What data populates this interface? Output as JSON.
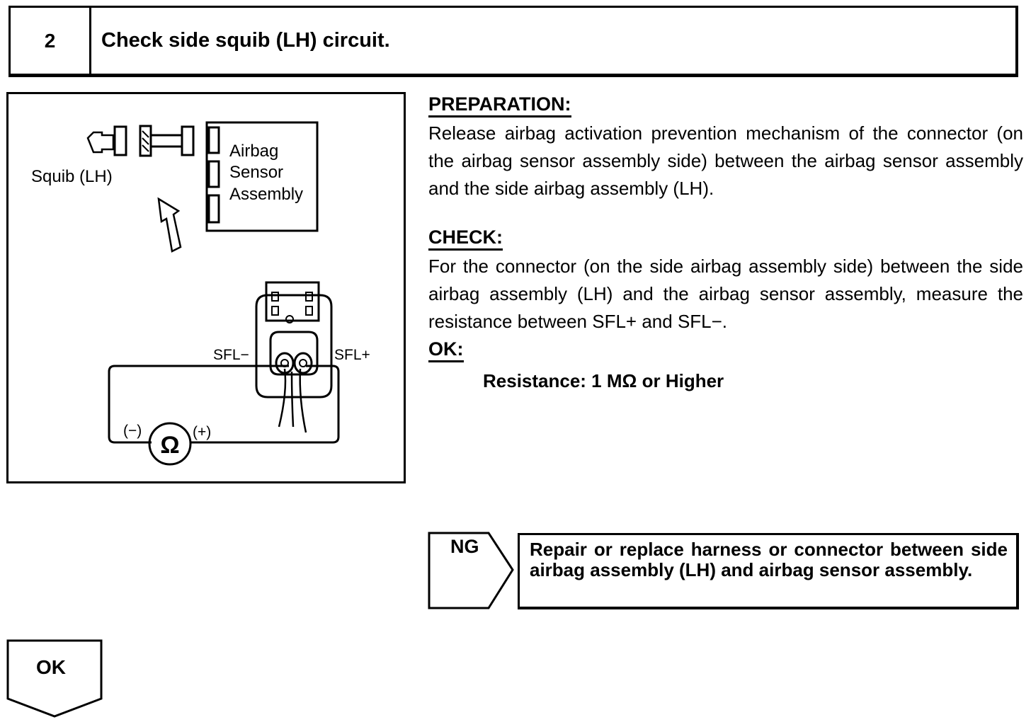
{
  "step": {
    "number": "2",
    "title": "Check side squib (LH) circuit."
  },
  "diagram": {
    "squib_label": "Squib (LH)",
    "sensor_label": [
      "Airbag",
      "Sensor",
      "Assembly"
    ],
    "terminal_minus": "SFL−",
    "terminal_plus": "SFL+",
    "meter_minus": "(−)",
    "meter_plus": "(+)",
    "ohm_symbol": "Ω",
    "icons": [
      "squib-connector-icon",
      "arrow-down-icon",
      "ohmmeter-icon",
      "connector-icon"
    ]
  },
  "preparation": {
    "title": "PREPARATION:",
    "text": "Release airbag activation prevention mechanism of the connector (on the airbag sensor assembly side) between the airbag sensor assembly and the side airbag assembly (LH)."
  },
  "check": {
    "title": "CHECK:",
    "text": "For the connector (on the side airbag assembly side) between the side airbag assembly (LH) and the airbag sensor assembly, measure the resistance between SFL+ and SFL−."
  },
  "ok_spec": {
    "title": "OK:",
    "value": "Resistance: 1 MΩ or Higher"
  },
  "ng": {
    "label": "NG",
    "action": "Repair or replace harness or connector between side airbag assembly (LH) and airbag sensor assembly."
  },
  "ok": {
    "label": "OK"
  }
}
